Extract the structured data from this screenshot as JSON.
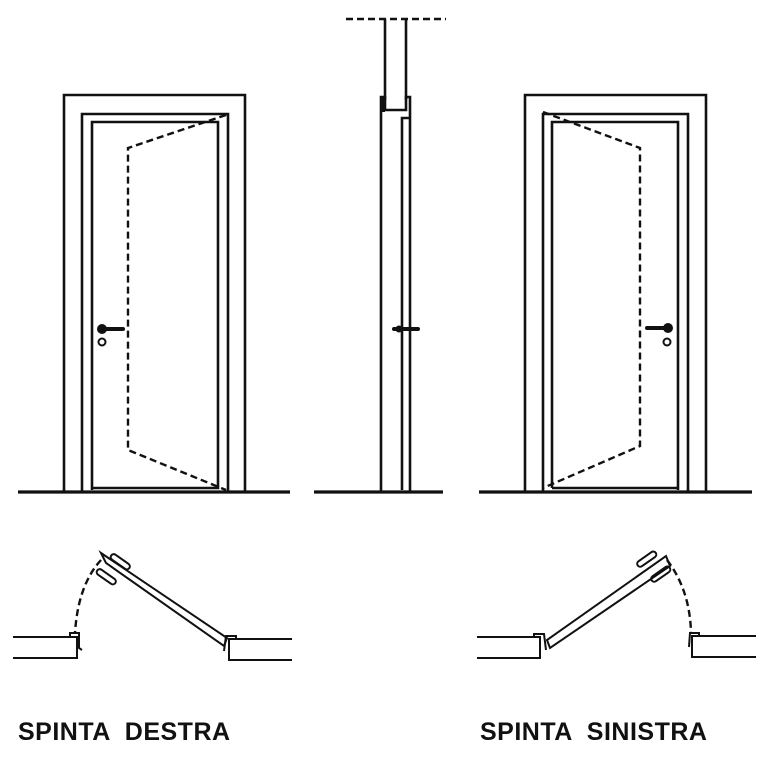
{
  "diagram": {
    "title": "Door opening direction diagram",
    "background": "#ffffff",
    "line_color": "#111111",
    "views": [
      {
        "id": "front-right",
        "description": "Front elevation, door with handle on left, dashed leaf opening"
      },
      {
        "id": "side-section",
        "description": "Side section of wall and frame with handle"
      },
      {
        "id": "front-left",
        "description": "Front elevation, door with handle on right, dashed leaf opening"
      }
    ],
    "plans": [
      {
        "id": "plan-right",
        "description": "Plan view, leaf hinged on right, swing arc on left"
      },
      {
        "id": "plan-left",
        "description": "Plan view, leaf hinged on left, swing arc on right"
      }
    ]
  },
  "labels": {
    "left": "SPINTA  DESTRA",
    "right": "SPINTA  SINISTRA"
  }
}
